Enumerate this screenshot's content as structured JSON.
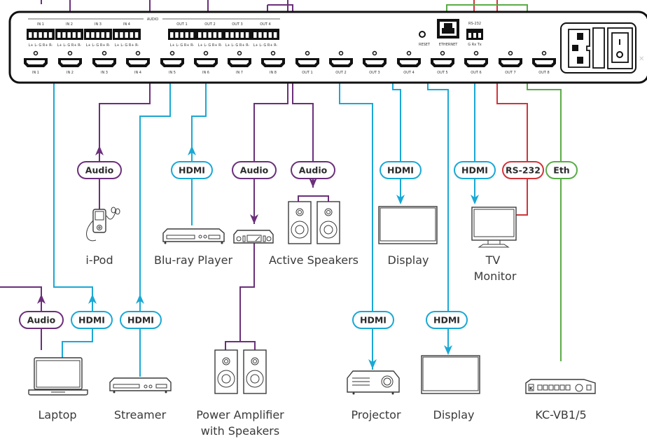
{
  "colors": {
    "audio": "#6b2f7a",
    "hdmi": "#1aa8d4",
    "rs232": "#d0343a",
    "ethernet": "#5aab48",
    "device_outline": "#1a1a1a"
  },
  "panel": {
    "audio_section_label": "AUDIO",
    "audio_inputs": [
      "IN 1",
      "IN 2",
      "IN 3",
      "IN 4"
    ],
    "audio_outputs": [
      "OUT 1",
      "OUT 2",
      "OUT 3",
      "OUT 4"
    ],
    "terminal_pin_label": "L+ L- G R+ R-",
    "hdmi_inputs": [
      "IN 1",
      "IN 2",
      "IN 3",
      "IN 4",
      "IN 5",
      "IN 6",
      "IN 7",
      "IN 8"
    ],
    "hdmi_outputs": [
      "OUT 1",
      "OUT 2",
      "OUT 3",
      "OUT 4",
      "OUT 5",
      "OUT 6",
      "OUT 7",
      "OUT 8"
    ],
    "reset_label": "RESET",
    "ethernet_label": "ETHERNET",
    "rs232_label": "RS-232",
    "rs232_pins_label": "G Rx Tx"
  },
  "connection_labels": {
    "audio": "Audio",
    "hdmi": "HDMI",
    "rs232": "RS-232",
    "ethernet": "Eth"
  },
  "devices": {
    "ipod": "i-Pod",
    "bluray": "Blu-ray Player",
    "active_speakers": "Active Speakers",
    "display_top": "Display",
    "tv_monitor_line1": "TV",
    "tv_monitor_line2": "Monitor",
    "laptop": "Laptop",
    "streamer": "Streamer",
    "power_amp_line1": "Power Amplifier",
    "power_amp_line2": "with Speakers",
    "projector": "Projector",
    "display_bottom": "Display",
    "kc_vb": "KC-VB1/5"
  }
}
